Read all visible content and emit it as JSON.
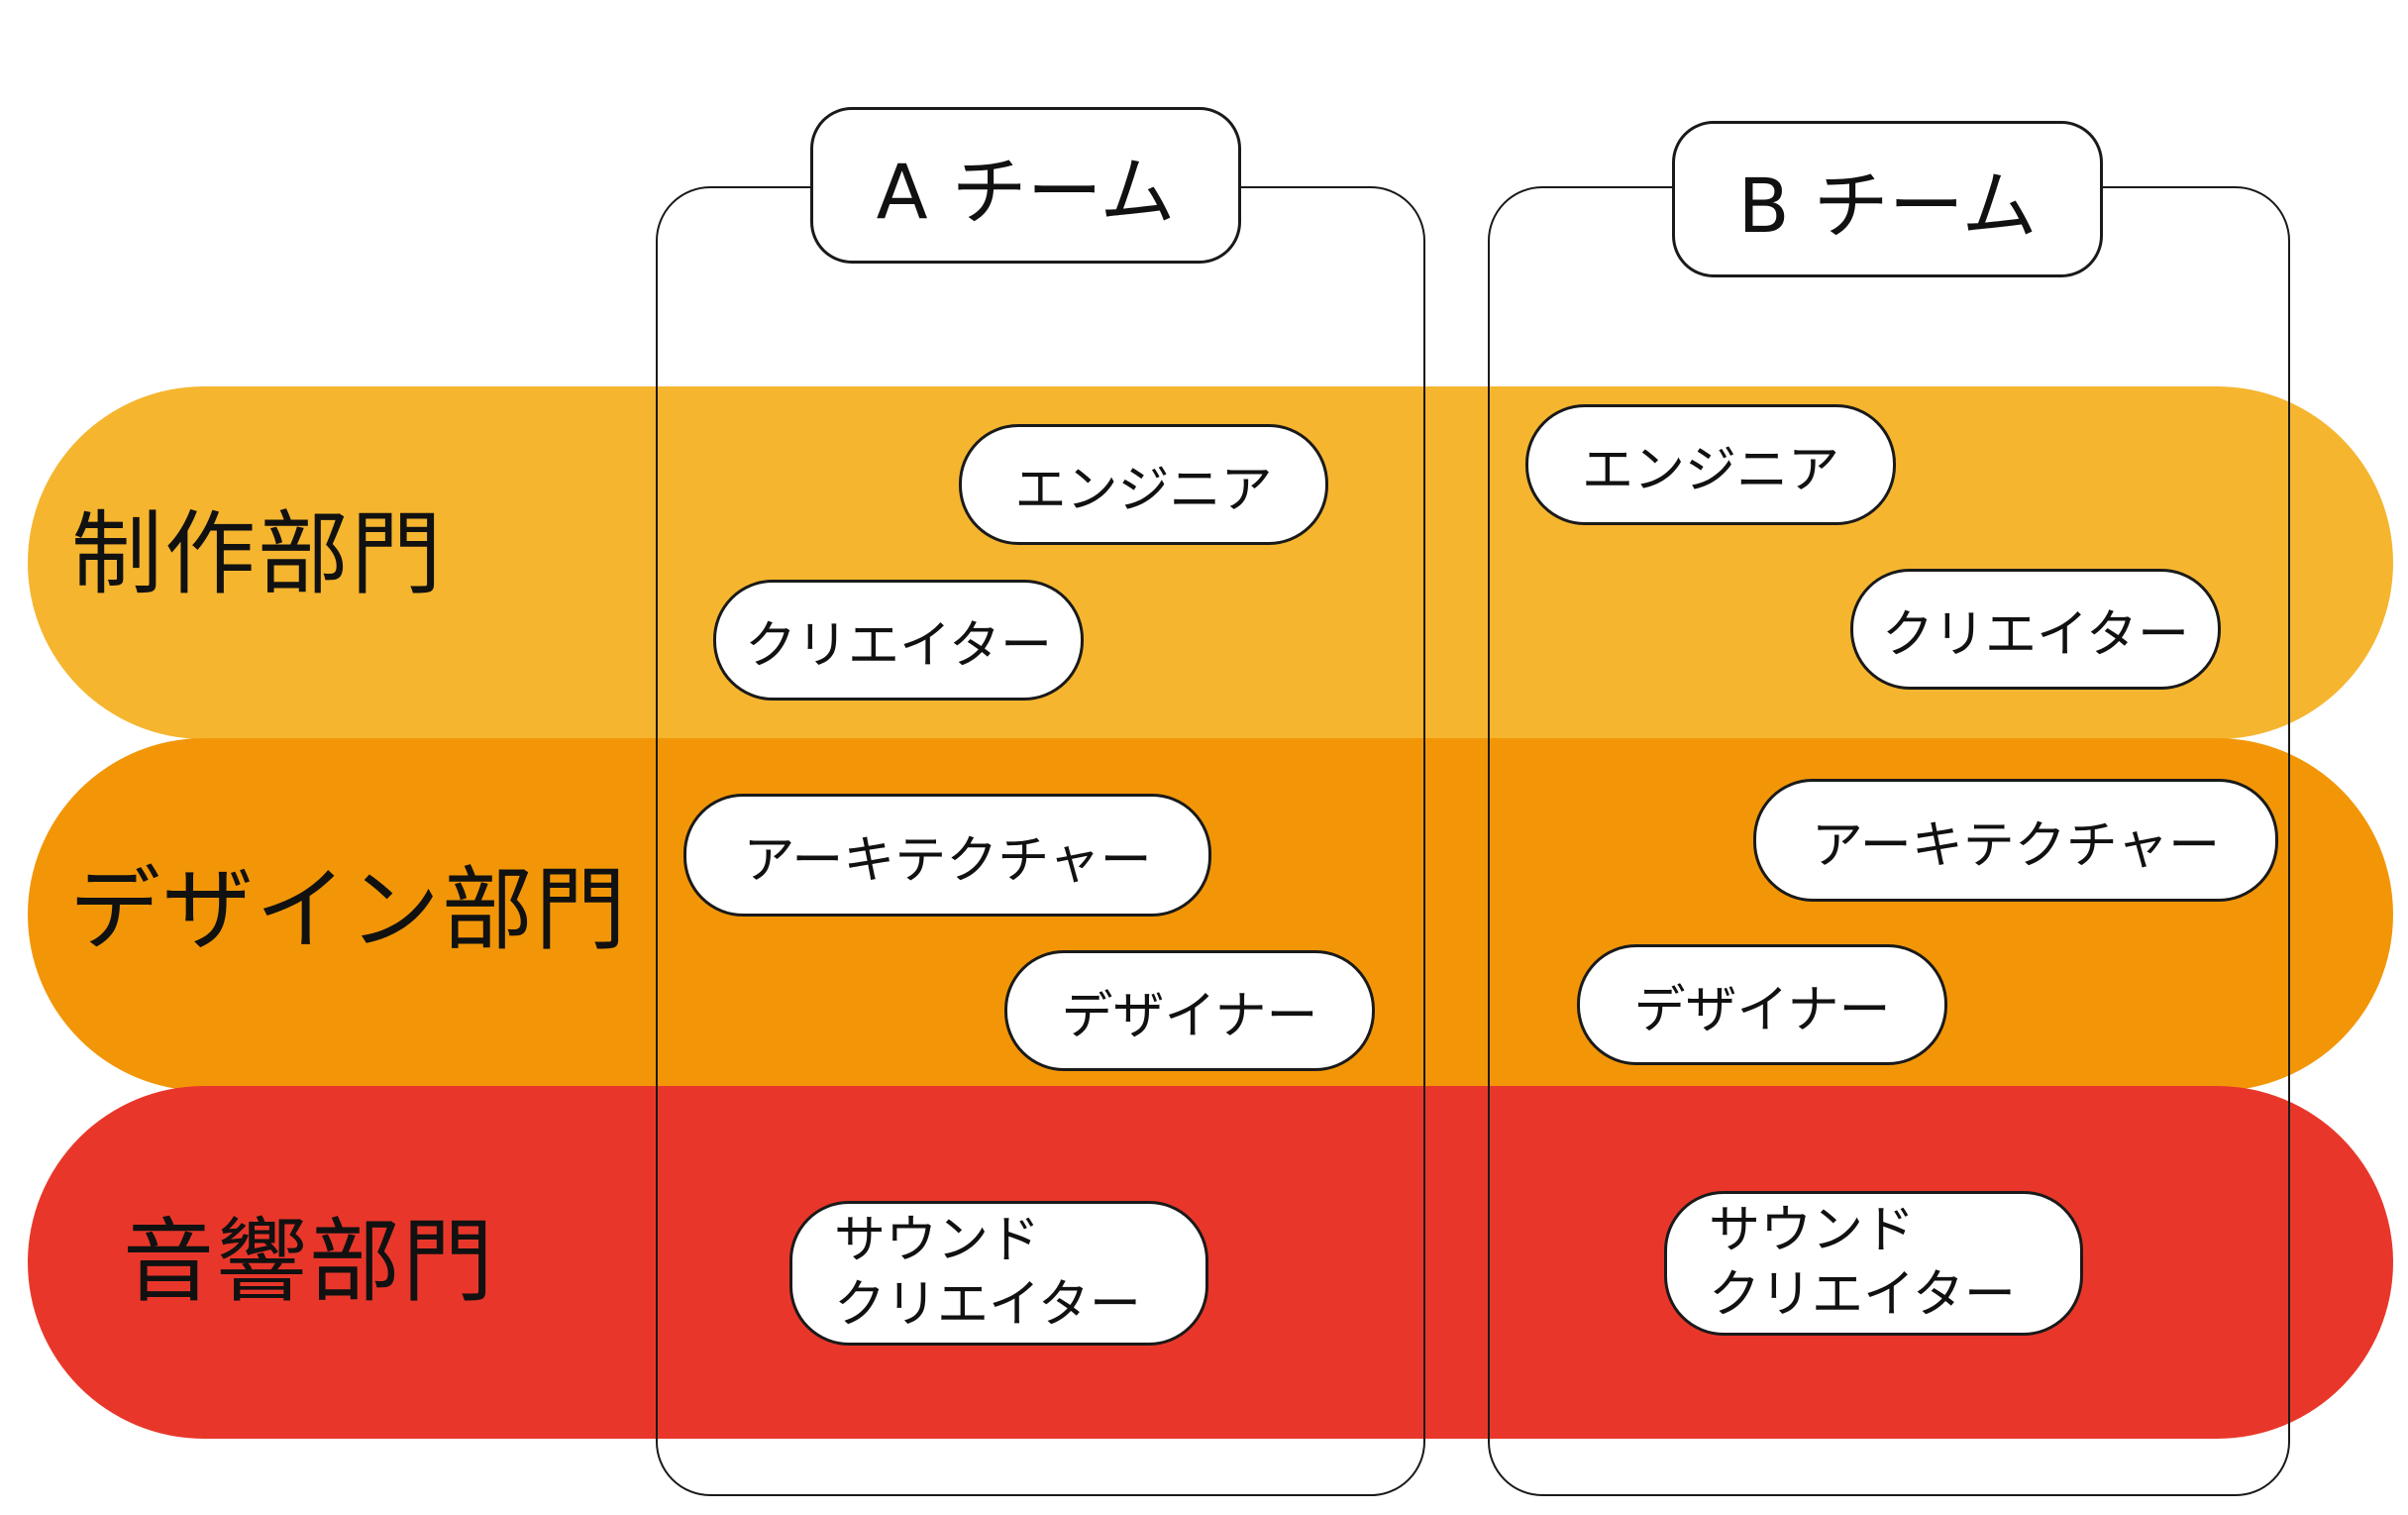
{
  "colors": {
    "production": "#f5b52f",
    "design": "#f29607",
    "sound": "#e8372a",
    "outline": "#1a1a1a",
    "card": "#ffffff"
  },
  "departments": {
    "production": "制作部門",
    "design": "デザイン部門",
    "sound": "音響部門"
  },
  "teams": {
    "a": "A チーム",
    "b": "B チーム"
  },
  "team_a": {
    "engineer": "エンジニア",
    "creator": "クリエイター",
    "architect": "アーキテクチャー",
    "designer": "デザイナー",
    "sound_line1": "サウンド",
    "sound_line2": "クリエイター"
  },
  "team_b": {
    "engineer": "エンジニア",
    "creator": "クリエイター",
    "architect": "アーキテクチャー",
    "designer": "デザイナー",
    "sound_line1": "サウンド",
    "sound_line2": "クリエイター"
  }
}
